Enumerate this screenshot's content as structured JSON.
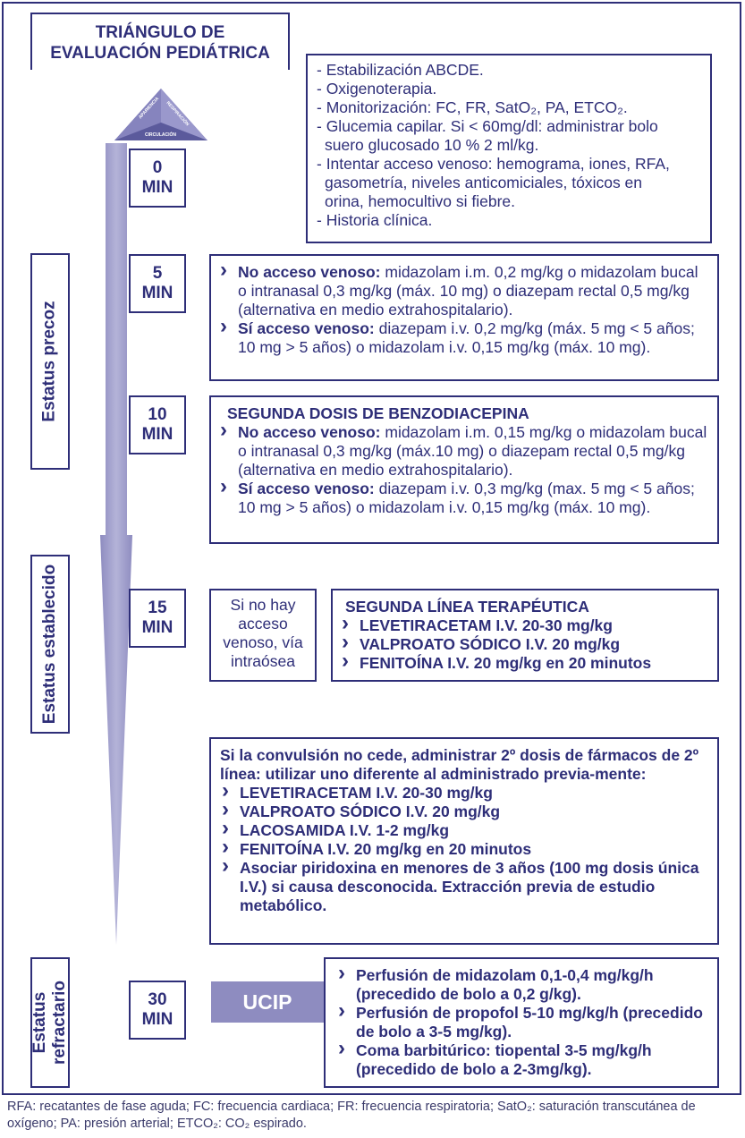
{
  "title": [
    "TRIÁNGULO DE",
    "EVALUACIÓN PEDIÁTRICA"
  ],
  "triangle": {
    "left": "APARIENCIA",
    "right": "RESPIRACIÓN",
    "bottom": "CIRCULACIÓN"
  },
  "phases": {
    "precoz": "Estatus precoz",
    "establecido": "Estatus establecido",
    "refractario": [
      "Estatus",
      "refractario"
    ]
  },
  "times": {
    "t0": [
      "0",
      "MIN"
    ],
    "t5": [
      "5",
      "MIN"
    ],
    "t10": [
      "10",
      "MIN"
    ],
    "t15": [
      "15",
      "MIN"
    ],
    "t30": [
      "30",
      "MIN"
    ]
  },
  "box0": [
    "- Estabilización ABCDE.",
    "- Oxigenoterapia.",
    "- Monitorización: FC, FR, SatO₂, PA, ETCO₂.",
    "- Glucemia capilar. Si < 60mg/dl: administrar bolo",
    "  suero glucosado 10 % 2 ml/kg.",
    "- Intentar acceso venoso: hemograma, iones, RFA,",
    "  gasometría, niveles anticomiciales, tóxicos en",
    "  orina, hemocultivo si fiebre.",
    "- Historia clínica."
  ],
  "box5": {
    "items": [
      {
        "bold": "No acceso venoso:",
        "text": " midazolam i.m. 0,2 mg/kg o midazolam bucal o intranasal 0,3 mg/kg (máx. 10 mg) o diazepam rectal 0,5 mg/kg (alternativa en medio extrahospitalario)."
      },
      {
        "bold": "Sí acceso venoso:",
        "text": " diazepam i.v. 0,2 mg/kg (máx. 5 mg < 5 años; 10 mg > 5 años) o midazolam i.v. 0,15 mg/kg (máx. 10 mg)."
      }
    ]
  },
  "box10": {
    "heading": "SEGUNDA DOSIS DE BENZODIACEPINA",
    "items": [
      {
        "bold": "No acceso venoso:",
        "text": " midazolam i.m. 0,15 mg/kg o midazolam bucal o intranasal 0,3 mg/kg (máx.10 mg) o diazepam rectal 0,5 mg/kg (alternativa en medio extrahospitalario)."
      },
      {
        "bold": "Sí acceso venoso:",
        "text": " diazepam i.v. 0,3 mg/kg (max. 5 mg < 5 años; 10 mg > 5 años) o midazolam i.v. 0,15 mg/kg (máx. 10 mg)."
      }
    ]
  },
  "intraosea": "Si no hay acceso venoso, vía intraósea",
  "box15": {
    "heading": "SEGUNDA LÍNEA TERAPÉUTICA",
    "items": [
      "LEVETIRACETAM I.V. 20-30 mg/kg",
      "VALPROATO SÓDICO I.V. 20 mg/kg",
      "FENITOÍNA I.V. 20 mg/kg en 20 minutos"
    ]
  },
  "boxSecond": {
    "intro": "Si la convulsión no cede, administrar 2º dosis de fármacos de 2º línea: utilizar uno diferente al administrado previa-mente:",
    "items": [
      "LEVETIRACETAM I.V. 20-30 mg/kg",
      "VALPROATO SÓDICO I.V. 20 mg/kg",
      "LACOSAMIDA I.V. 1-2 mg/kg",
      "FENITOÍNA I.V. 20 mg/kg en 20 minutos",
      "Asociar piridoxina en menores de 3 años (100 mg dosis única I.V.) si causa desconocida. Extracción previa de estudio metabólico."
    ]
  },
  "ucip": "UCIP",
  "box30": {
    "items": [
      "Perfusión de midazolam 0,1-0,4 mg/kg/h (precedido de bolo a 0,2 g/kg).",
      "Perfusión de propofol 5-10 mg/kg/h (precedido de bolo a 3-5 mg/kg).",
      "Coma barbitúrico: tiopental 3-5 mg/kg/h (precedido de bolo a 2-3mg/kg)."
    ]
  },
  "footnote": "RFA: recatantes de fase aguda; FC: frecuencia cardiaca; FR: frecuencia respiratoria; SatO₂: saturación transcutánea de oxígeno; PA: presión arterial; ETCO₂: CO₂ espirado."
}
